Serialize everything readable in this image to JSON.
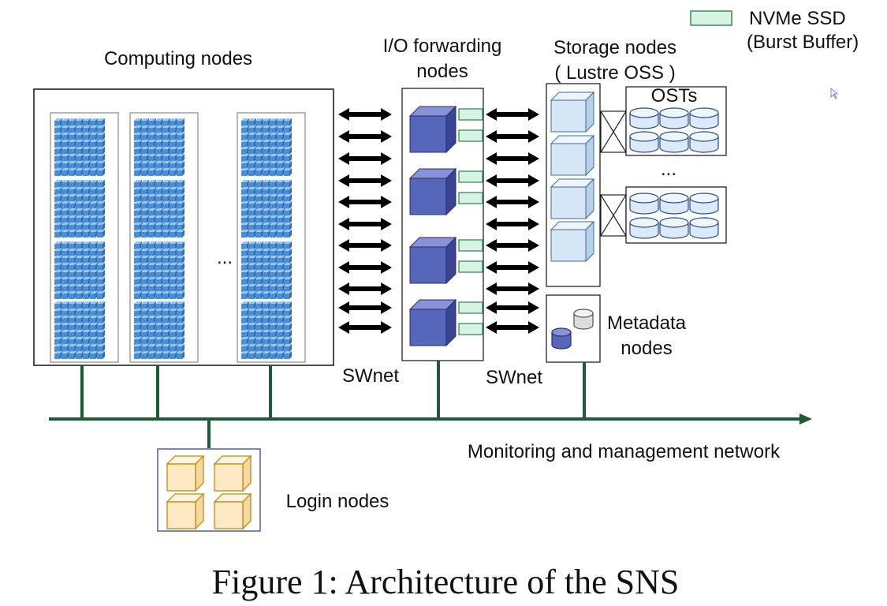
{
  "colors": {
    "compute_cube": "#4a8fd6",
    "io_cube": "#5566bb",
    "storage_cube": "#d6e6f7",
    "ssd": "#d7f3e3",
    "ssd_border": "#3a8a5a",
    "network": "#1e5a36",
    "login_cube": "#fde9c4",
    "login_border": "#c8890e"
  },
  "legend": {
    "line1": "NVMe SSD",
    "line2": "(Burst Buffer)"
  },
  "labels": {
    "computing": "Computing nodes",
    "io_line1": "I/O forwarding",
    "io_line2": "nodes",
    "storage_line1": "Storage nodes",
    "storage_line2": "( Lustre OSS )",
    "osts": "OSTs",
    "ellipsis": "...",
    "compute_ellipsis": "...",
    "metadata_line1": "Metadata",
    "metadata_line2": "nodes",
    "swnet_left": "SWnet",
    "swnet_right": "SWnet",
    "network": "Monitoring and management network",
    "login": "Login nodes"
  },
  "caption": "Figure 1: Architecture of the SNS"
}
